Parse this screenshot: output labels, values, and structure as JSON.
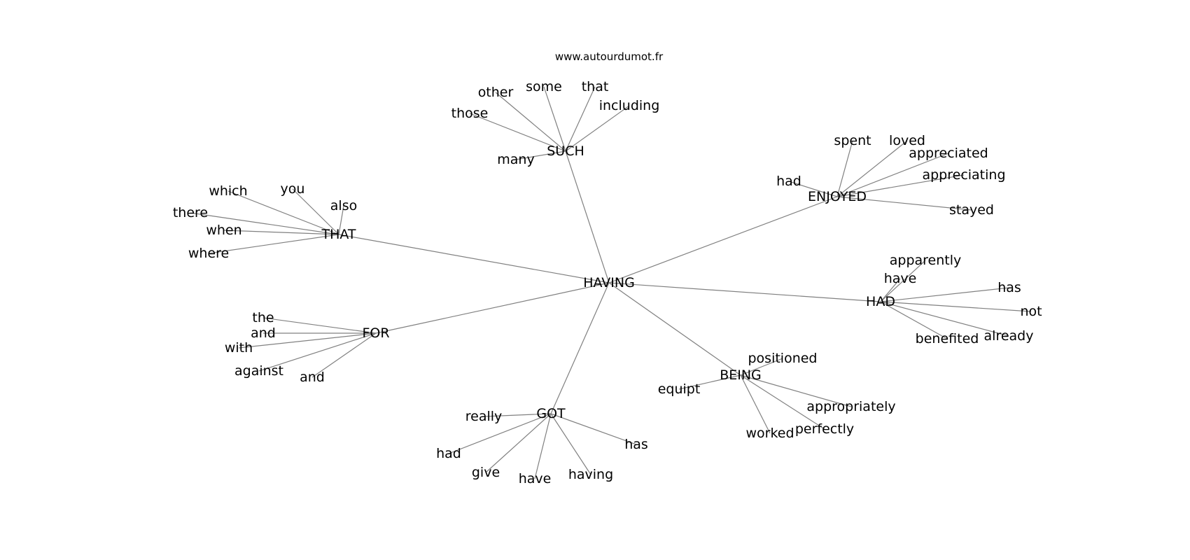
{
  "source": "www.autourdumot.fr",
  "root": "HAVING",
  "clusters": [
    {
      "label": "SUCH",
      "leaves": [
        "other",
        "some",
        "that",
        "including",
        "those",
        "many"
      ]
    },
    {
      "label": "ENJOYED",
      "leaves": [
        "spent",
        "loved",
        "appreciated",
        "appreciating",
        "had",
        "stayed"
      ]
    },
    {
      "label": "THAT",
      "leaves": [
        "which",
        "you",
        "also",
        "there",
        "when",
        "where"
      ]
    },
    {
      "label": "HAD",
      "leaves": [
        "apparently",
        "have",
        "has",
        "not",
        "benefited",
        "already"
      ]
    },
    {
      "label": "FOR",
      "leaves": [
        "the",
        "and",
        "with",
        "against",
        "and"
      ]
    },
    {
      "label": "BEING",
      "leaves": [
        "positioned",
        "equipt",
        "appropriately",
        "perfectly",
        "worked"
      ]
    },
    {
      "label": "GOT",
      "leaves": [
        "really",
        "had",
        "give",
        "have",
        "having",
        "has"
      ]
    }
  ]
}
